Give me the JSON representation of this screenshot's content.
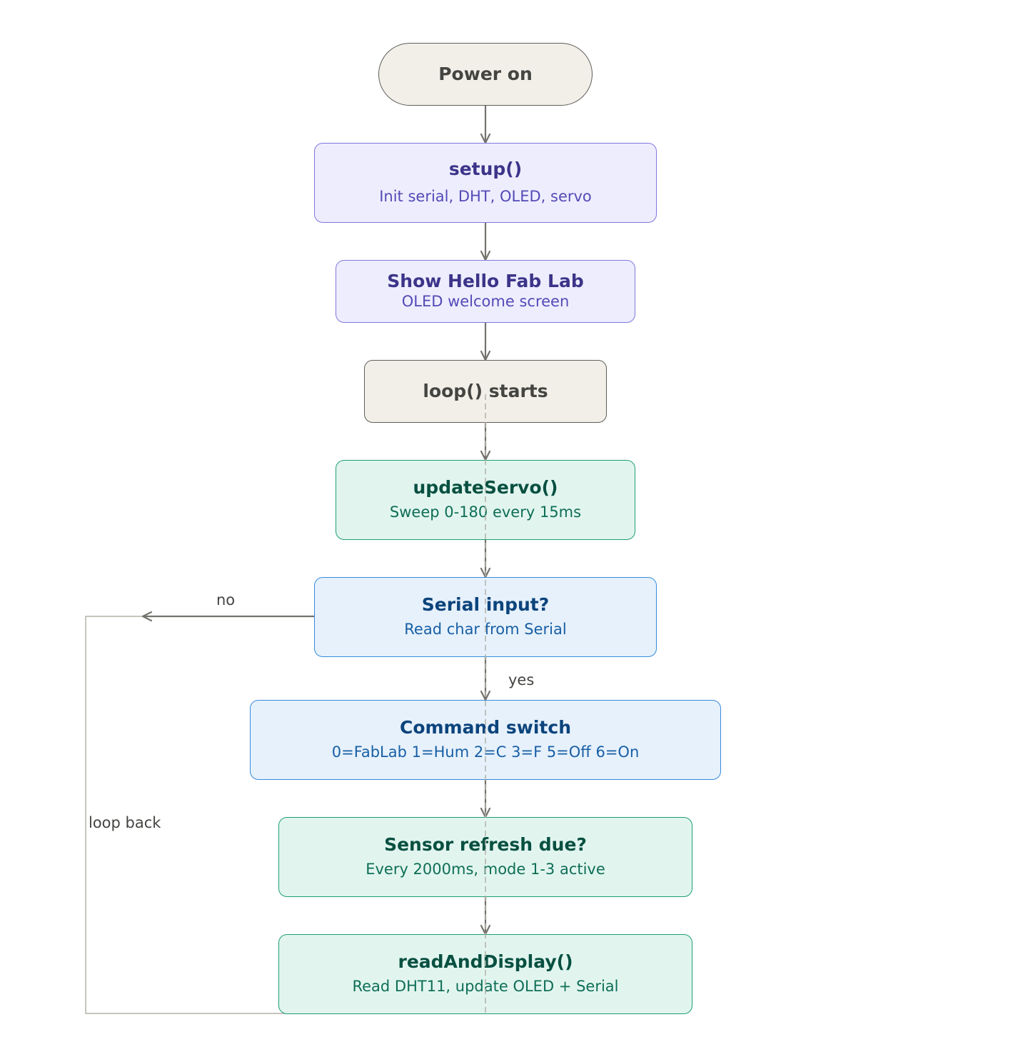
{
  "nodes": {
    "power_on": {
      "title": "Power on"
    },
    "setup": {
      "title": "setup()",
      "subtitle": "Init serial, DHT, OLED, servo"
    },
    "hello": {
      "title": "Show Hello Fab Lab",
      "subtitle": "OLED welcome screen"
    },
    "loop_start": {
      "title": "loop() starts"
    },
    "update_servo": {
      "title": "updateServo()",
      "subtitle": "Sweep 0-180 every 15ms"
    },
    "serial_input": {
      "title": "Serial input?",
      "subtitle": "Read char from Serial"
    },
    "command_switch": {
      "title": "Command switch",
      "subtitle": "0=FabLab 1=Hum 2=C 3=F 5=Off 6=On"
    },
    "sensor_refresh": {
      "title": "Sensor refresh due?",
      "subtitle": "Every 2000ms, mode 1-3 active"
    },
    "read_display": {
      "title": "readAndDisplay()",
      "subtitle": "Read DHT11, update OLED + Serial"
    }
  },
  "edge_labels": {
    "no": "no",
    "yes": "yes",
    "loop_back": "loop back"
  },
  "colors": {
    "arrow": "#73726c",
    "loop_line": "#b4b2a9",
    "dashed_guide": "#b4b2a9"
  }
}
